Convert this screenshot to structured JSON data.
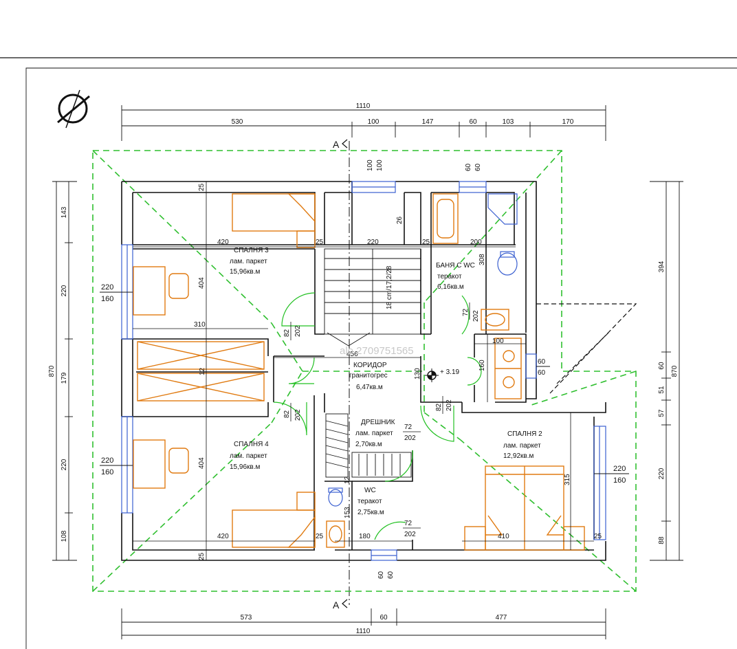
{
  "dimensions": {
    "top_total": "1110",
    "top_segments": [
      "530",
      "100",
      "147",
      "60",
      "103",
      "170"
    ],
    "bottom_total": "1110",
    "bottom_segments": [
      "573",
      "60",
      "477"
    ],
    "left_total": "870",
    "left_segments": [
      "143",
      "220",
      "179",
      "220",
      "108"
    ],
    "right_total": "870",
    "right_segments": [
      "394",
      "60",
      "51",
      "57",
      "220",
      "88"
    ],
    "section_mark": "A"
  },
  "labels": {
    "window_top_a": "100",
    "window_top_b": "100",
    "window_top_c": "60",
    "window_top_d": "60",
    "window_bottom_a": "60",
    "window_bottom_b": "60",
    "w_left_1_top": "220",
    "w_left_1_bot": "160",
    "w_left_2_top": "220",
    "w_left_2_bot": "160",
    "w_right_top": "220",
    "w_right_bot": "160",
    "wall_25_a": "25",
    "wall_25_b": "25",
    "wall_25_c": "25",
    "wall_25_d": "25",
    "wall_25_e": "25",
    "wall_25_f": "25",
    "wall_26": "26",
    "wall_12": "12",
    "wall_12b": "12",
    "d420_top": "420",
    "d220_top": "220",
    "d200_top": "200",
    "d310": "310",
    "d404_a": "404",
    "d404_b": "404",
    "d308": "308",
    "d456": "456",
    "d130": "130",
    "d160": "160",
    "d100": "100",
    "d60_a": "60",
    "d60_b": "60",
    "d315": "315",
    "d420_bot": "420",
    "d180": "180",
    "d410": "410",
    "d153": "153",
    "stair": "18 cm/17,2/28",
    "door_1a": "82",
    "door_1b": "202",
    "door_2a": "82",
    "door_2b": "202",
    "door_3a": "72",
    "door_3b": "202",
    "door_4a": "82",
    "door_4b": "202",
    "door_5a": "72",
    "door_5b": "202",
    "door_6a": "72",
    "door_6b": "202",
    "level": "+ 3.19",
    "watermark": "alo 2709751565"
  },
  "rooms": {
    "bedroom3": {
      "name": "СПАЛНЯ 3",
      "floor": "лам. паркет",
      "area": "15,96кв.м"
    },
    "bath": {
      "name": "БАНЯ С WC",
      "floor": "теракот",
      "area": "6,16кв.м"
    },
    "corridor": {
      "name": "КОРИДОР",
      "floor": "гранитогрес",
      "area": "6,47кв.м"
    },
    "wardrobe": {
      "name": "ДРЕШНИК",
      "floor": "лам. паркет",
      "area": "2,70кв.м"
    },
    "bedroom4": {
      "name": "СПАЛНЯ 4",
      "floor": "лам. паркет",
      "area": "15,96кв.м"
    },
    "wc": {
      "name": "WC",
      "floor": "теракот",
      "area": "2,75кв.м"
    },
    "bedroom2": {
      "name": "СПАЛНЯ 2",
      "floor": "лам. паркет",
      "area": "12,92кв.м"
    }
  },
  "colors": {
    "walls": "#111111",
    "roof_outline": "#2fbf2f",
    "doors": "#22c022",
    "furniture": "#e07a10",
    "windows": "#3a5fd0"
  },
  "icons": [
    "north-arrow-icon"
  ]
}
